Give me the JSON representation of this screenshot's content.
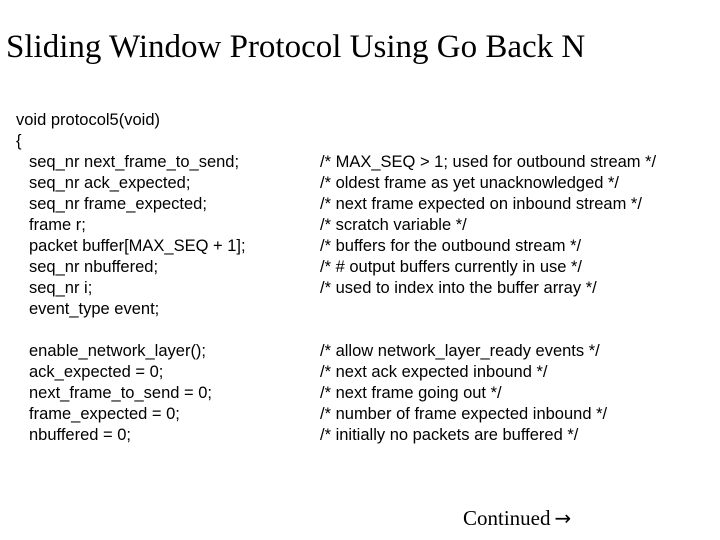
{
  "slide": {
    "title": "Sliding Window Protocol Using Go Back N",
    "background_color": "#ffffff",
    "text_color": "#000000"
  },
  "code": {
    "lines": [
      {
        "indent": 0,
        "stmt": "void protocol5(void)",
        "comment": ""
      },
      {
        "indent": 0,
        "stmt": "{",
        "comment": ""
      },
      {
        "indent": 1,
        "stmt": "seq_nr next_frame_to_send;",
        "comment": "/* MAX_SEQ > 1; used for outbound stream */"
      },
      {
        "indent": 1,
        "stmt": "seq_nr ack_expected;",
        "comment": "/* oldest frame as yet unacknowledged */"
      },
      {
        "indent": 1,
        "stmt": "seq_nr frame_expected;",
        "comment": "/* next frame expected on inbound stream */"
      },
      {
        "indent": 1,
        "stmt": "frame r;",
        "comment": "/* scratch variable */"
      },
      {
        "indent": 1,
        "stmt": "packet buffer[MAX_SEQ + 1];",
        "comment": "/* buffers for the outbound stream */"
      },
      {
        "indent": 1,
        "stmt": "seq_nr nbuffered;",
        "comment": "/* # output buffers currently in use */"
      },
      {
        "indent": 1,
        "stmt": "seq_nr i;",
        "comment": "/* used to index into the buffer array */"
      },
      {
        "indent": 1,
        "stmt": "event_type event;",
        "comment": ""
      },
      {
        "indent": 1,
        "stmt": "",
        "comment": ""
      },
      {
        "indent": 1,
        "stmt": "enable_network_layer();",
        "comment": "/* allow network_layer_ready events */"
      },
      {
        "indent": 1,
        "stmt": "ack_expected = 0;",
        "comment": "/* next ack expected inbound */"
      },
      {
        "indent": 1,
        "stmt": "next_frame_to_send = 0;",
        "comment": "/* next frame going out */"
      },
      {
        "indent": 1,
        "stmt": "frame_expected = 0;",
        "comment": "/* number of frame expected inbound */"
      },
      {
        "indent": 1,
        "stmt": "nbuffered = 0;",
        "comment": "/* initially no packets are buffered */"
      }
    ]
  },
  "footer": {
    "continued_label": "Continued",
    "continued_arrow": "→"
  }
}
